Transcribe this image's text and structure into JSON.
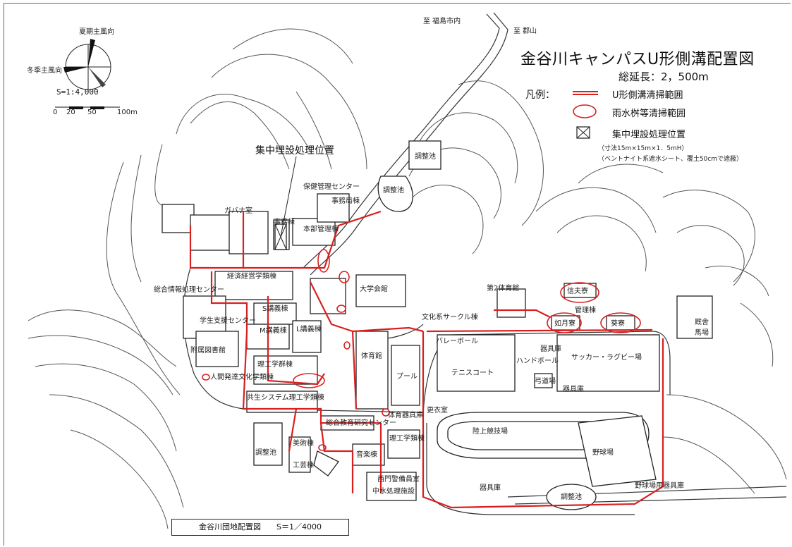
{
  "map": {
    "title": "金谷川キャンパスU形側溝配置図",
    "total_length": "総延長：2，500m",
    "caption": "金谷川団地配置図　　S＝1／4000",
    "scale_text": "S=1:4,000",
    "scale_ticks": [
      "0",
      "20",
      "50",
      "100m"
    ],
    "wind": {
      "summer": "夏期主風向",
      "winter": "冬季主風向"
    },
    "road_top": "至 福島市内",
    "road_right": "至 郡山",
    "legend": {
      "heading": "凡例：",
      "ditch": "U形側溝清掃範囲",
      "pit": "雨水桝等清掃範囲",
      "burial": "集中埋設処理位置",
      "note1": "（寸法15m×15m×1．5mH）",
      "note2": "（ベントナイト系遮水シート、覆土50cmで遮蔽）"
    },
    "colors": {
      "ditch": "#d91f1f",
      "line": "#222222",
      "contour": "#555555"
    },
    "labels": {
      "burial_site": "集中埋設処理位置",
      "pond1": "調整池",
      "pond2": "調整池",
      "pond3": "調整池",
      "pond4": "調整池",
      "health": "保健管理センター",
      "office": "事務局棟",
      "guard": "ガバナ室",
      "archive": "本部管理棟",
      "admin_bld": "事務棟",
      "faculty": "経済経営学類棟",
      "human": "人間発達文化学類棟",
      "info_center": "総合情報処理センター",
      "s_lecture": "S講義棟",
      "student_center": "学生支援センター",
      "m_lecture": "M講義棟",
      "l_lecture": "L講義棟",
      "library": "附属図書館",
      "science": "理工学群棟",
      "coop": "共生システム理工学類棟",
      "university_hall": "大学会館",
      "gym2": "第2体育館",
      "circle": "文化系サークル棟",
      "gym": "体育館",
      "pool": "プール",
      "volley": "バレーボール",
      "tennis": "テニスコート",
      "handball": "ハンドボール",
      "soccer": "サッカー・ラグビー場",
      "storage1": "器具庫",
      "storage2": "器具庫",
      "storage3": "器具庫",
      "track": "陸上競技場",
      "baseball": "野球場",
      "dorm1": "信夫寮",
      "dorm2": "如月寮",
      "dorm3": "葵寮",
      "mgmt": "管理棟",
      "stable": "馬場",
      "ranch": "厩舎",
      "training": "総合教育研究センター",
      "gym_storage": "体育器具庫",
      "changing": "更衣室",
      "music": "音楽棟",
      "water": "中水処理施設",
      "west_gate": "西門警備員室",
      "science2": "理工学類棟",
      "art": "美術棟",
      "craft": "工芸棟",
      "parking": "野球場用器具庫",
      "shower": "弓道場"
    }
  }
}
